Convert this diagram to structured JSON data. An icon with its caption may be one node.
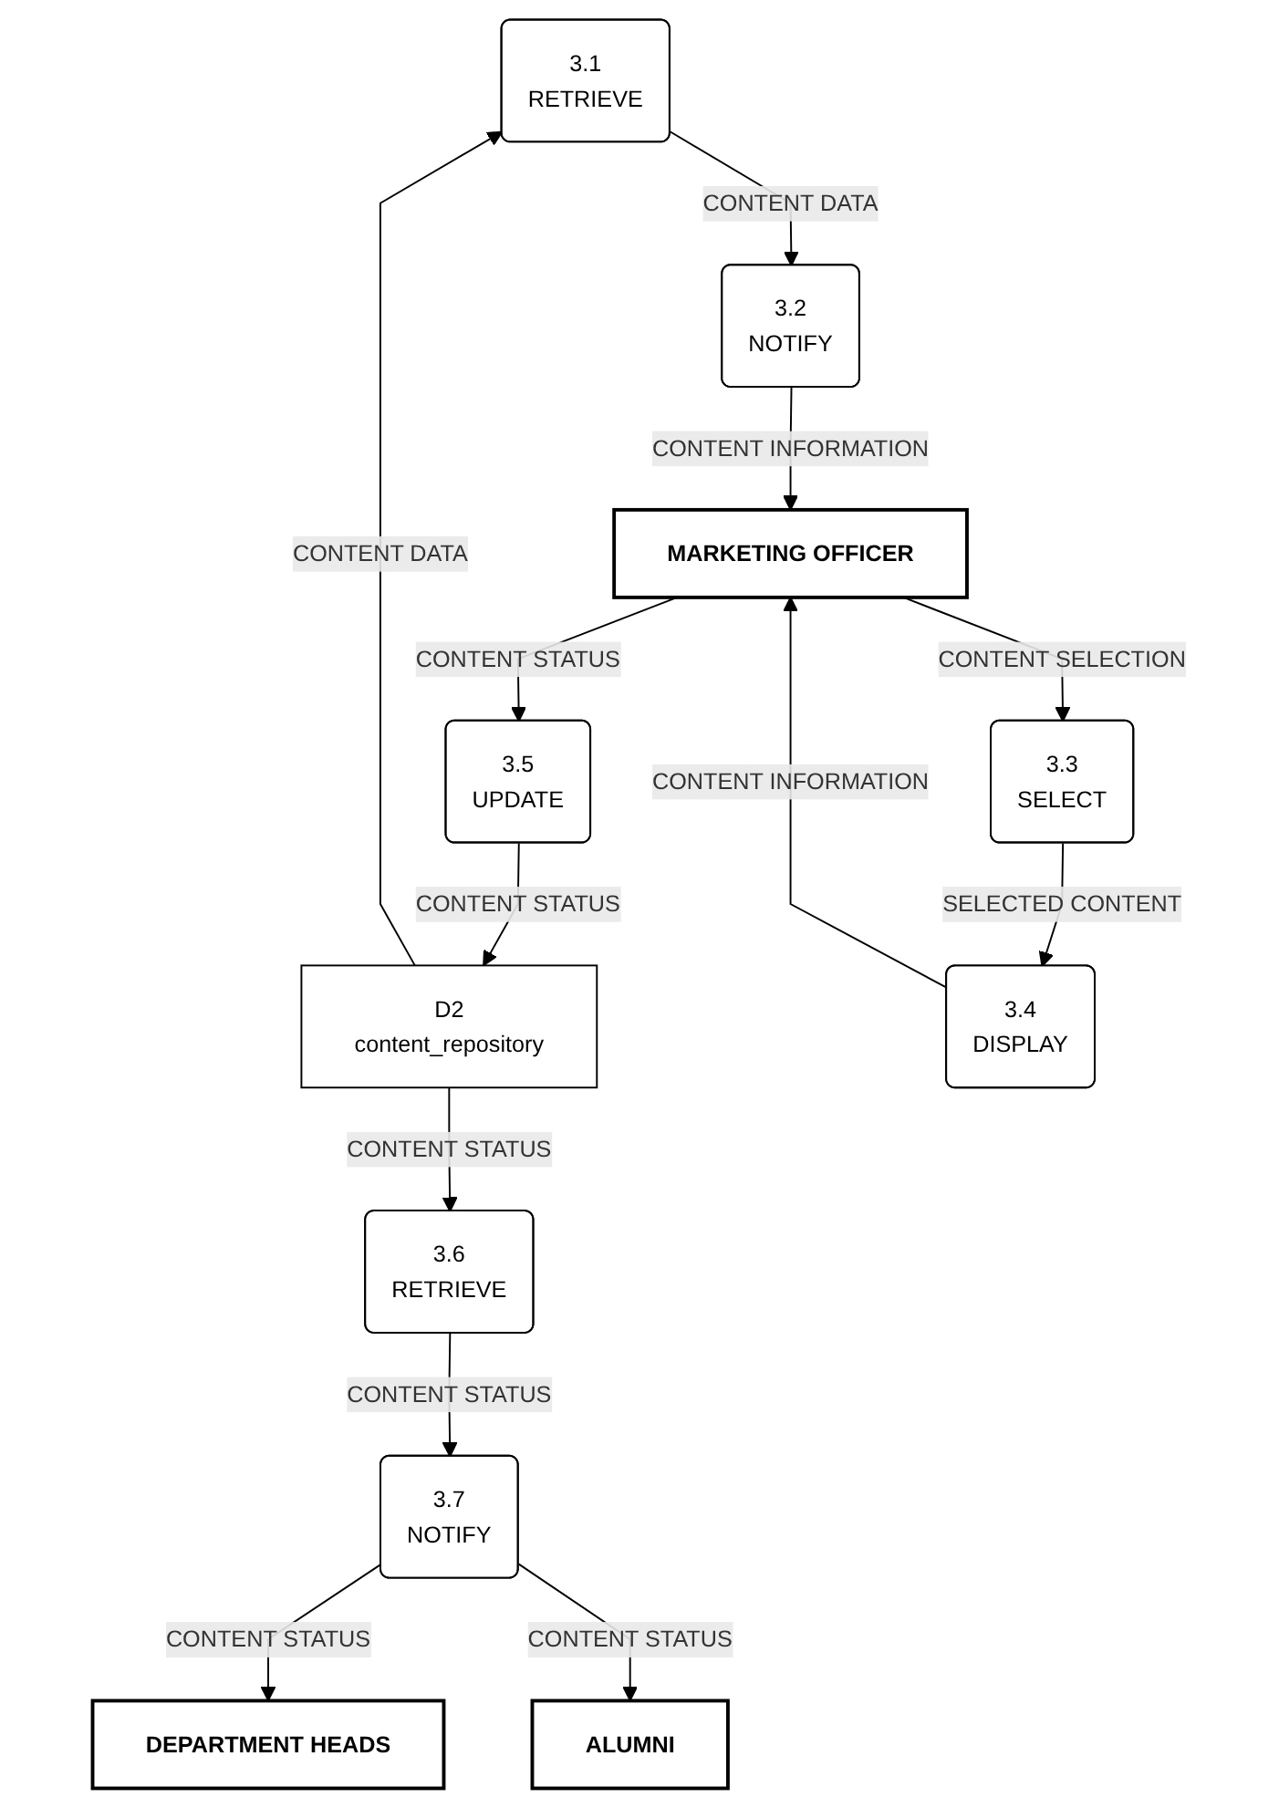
{
  "diagram": {
    "nodes": [
      {
        "text": [
          "3.1",
          "RETRIEVE"
        ]
      },
      {
        "text": [
          "D2",
          "content_repository"
        ]
      },
      {
        "text": [
          "3.2",
          "NOTIFY"
        ]
      },
      {
        "text": [
          "MARKETING OFFICER"
        ]
      },
      {
        "text": [
          "3.3",
          "SELECT"
        ]
      },
      {
        "text": [
          "3.4",
          "DISPLAY"
        ]
      },
      {
        "text": [
          "3.5",
          "UPDATE"
        ]
      },
      {
        "text": [
          "3.6",
          "RETRIEVE"
        ]
      },
      {
        "text": [
          "3.7",
          "NOTIFY"
        ]
      },
      {
        "text": [
          "DEPARTMENT HEADS"
        ]
      },
      {
        "text": [
          "ALUMNI"
        ]
      }
    ],
    "edges": [
      {
        "from": 1,
        "to": 0,
        "arrow": "to",
        "label": "CONTENT DATA"
      },
      {
        "from": 0,
        "to": 2,
        "arrow": "to",
        "label": "CONTENT DATA"
      },
      {
        "from": 2,
        "to": 3,
        "arrow": "to",
        "label": "CONTENT INFORMATION"
      },
      {
        "from": 3,
        "to": 4,
        "arrow": "to",
        "label": "CONTENT SELECTION"
      },
      {
        "from": 4,
        "to": 5,
        "arrow": "to",
        "label": "SELECTED CONTENT"
      },
      {
        "from": 5,
        "to": 3,
        "arrow": "to",
        "label": "CONTENT INFORMATION"
      },
      {
        "from": 3,
        "to": 6,
        "arrow": "to",
        "label": "CONTENT STATUS"
      },
      {
        "from": 6,
        "to": 1,
        "arrow": "to",
        "label": "CONTENT STATUS"
      },
      {
        "from": 1,
        "to": 7,
        "arrow": "to",
        "label": "CONTENT STATUS"
      },
      {
        "from": 7,
        "to": 8,
        "arrow": "to",
        "label": "CONTENT STATUS"
      },
      {
        "from": 8,
        "to": 9,
        "arrow": "to",
        "label": "CONTENT STATUS"
      },
      {
        "from": 8,
        "to": 10,
        "arrow": "to",
        "label": "CONTENT STATUS"
      }
    ]
  }
}
